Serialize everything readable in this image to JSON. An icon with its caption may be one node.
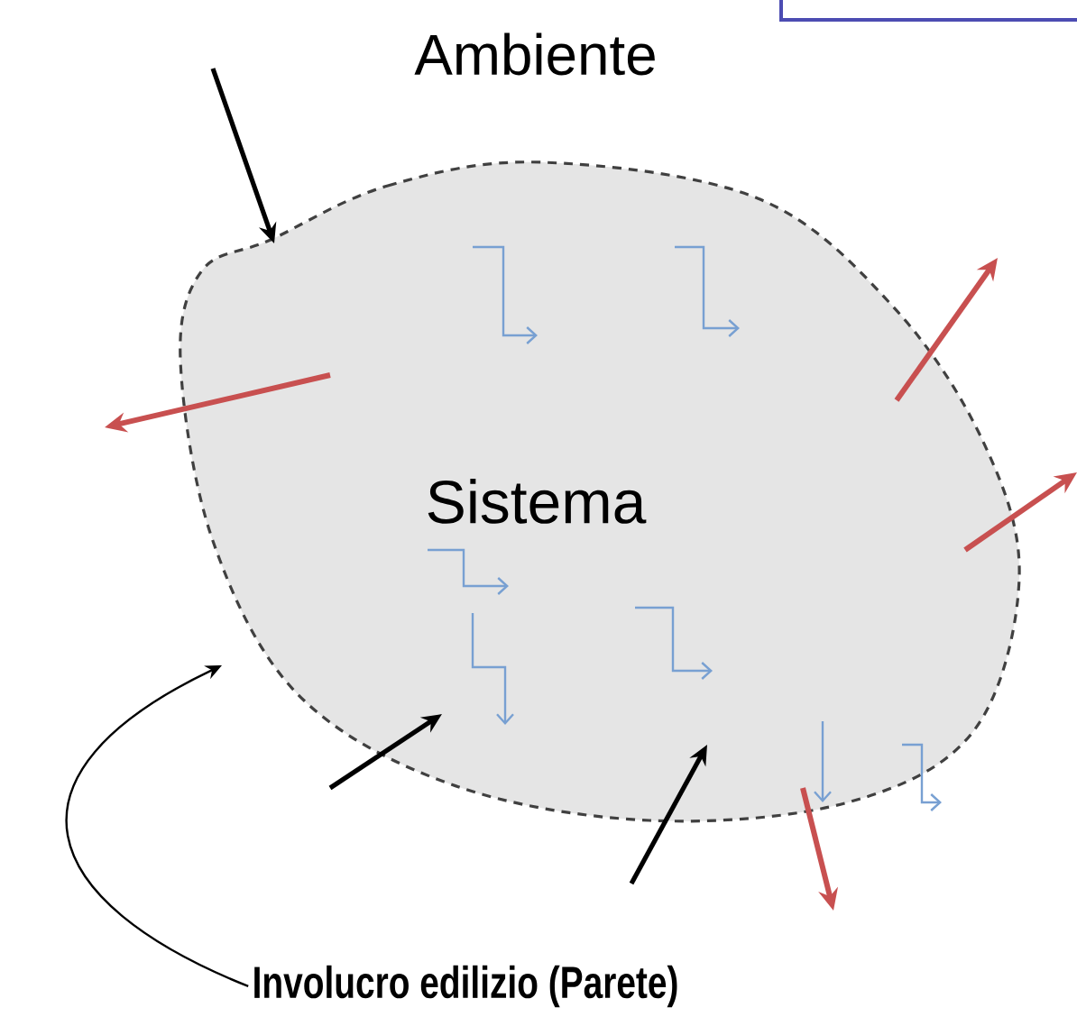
{
  "diagram": {
    "nodes": [
      {
        "text": [
          "Sistema"
        ]
      },
      {
        "text": [
          "Involucro edilizio (Parete)"
        ]
      }
    ],
    "edges": [
      {
        "from": 1,
        "to": 0,
        "arrow": "to"
      }
    ],
    "labels": [
      "Ambiente"
    ]
  }
}
